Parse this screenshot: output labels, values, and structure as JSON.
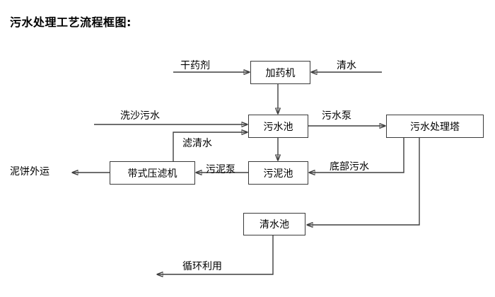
{
  "title": "污水处理工艺流程框图:",
  "diagram": {
    "type": "flowchart",
    "nodes": [
      {
        "id": "dosing-machine",
        "label": "加药机"
      },
      {
        "id": "sewage-pool",
        "label": "污水池"
      },
      {
        "id": "sewage-treatment-tower",
        "label": "污水处理塔"
      },
      {
        "id": "belt-filter-press",
        "label": "带式压滤机"
      },
      {
        "id": "sludge-pool",
        "label": "污泥池"
      },
      {
        "id": "clean-water-pool",
        "label": "清水池"
      }
    ],
    "inputs": [
      {
        "id": "dry-agent",
        "label": "干药剂"
      },
      {
        "id": "clean-water-in",
        "label": "清水"
      },
      {
        "id": "sand-washing-sewage",
        "label": "洗沙污水"
      }
    ],
    "outputs": [
      {
        "id": "mud-cake-out",
        "label": "泥饼外运"
      },
      {
        "id": "recycle-use",
        "label": "循环利用"
      }
    ],
    "edge_labels": [
      {
        "id": "sewage-pump",
        "label": "污水泵"
      },
      {
        "id": "filtered-clear-water",
        "label": "滤清水"
      },
      {
        "id": "sludge-pump",
        "label": "污泥泵"
      },
      {
        "id": "bottom-sewage",
        "label": "底部污水"
      }
    ],
    "colors": {
      "stroke": "#3f3f3f",
      "text": "#000000",
      "background": "#ffffff"
    }
  }
}
